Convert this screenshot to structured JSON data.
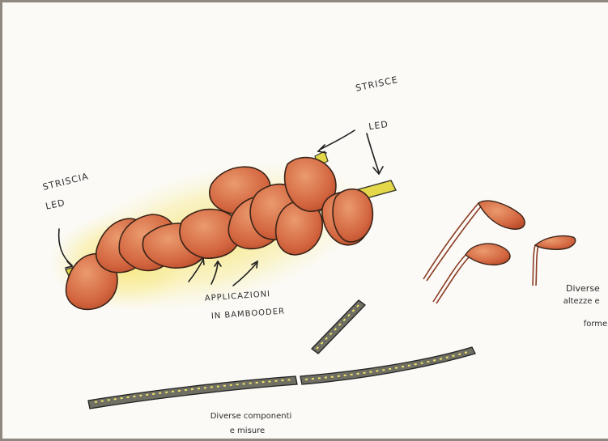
{
  "labels": {
    "strisce_line1": "STRISCE",
    "strisce_line2": "LED",
    "striscia_line1": "STRISCIA",
    "striscia_line2": "LED",
    "applicazioni_line1": "APPLICAZIONI",
    "applicazioni_line2": "IN BAMBOODER",
    "diverse_forme_line1": "Diverse",
    "diverse_forme_line2": "altezze e",
    "diverse_forme_line3": "forme",
    "diverse_componenti_line1": "Diverse componenti",
    "diverse_componenti_line2": "e misure"
  },
  "colors": {
    "paper": "#fbfaf7",
    "frame": "#8e8880",
    "leaf_fill": "#d9714a",
    "leaf_stroke": "#3a2418",
    "glow": "#f6e36a",
    "led_strip": "#e4d84a",
    "stem": "#8a3b22",
    "ink": "#2b2b2b"
  }
}
